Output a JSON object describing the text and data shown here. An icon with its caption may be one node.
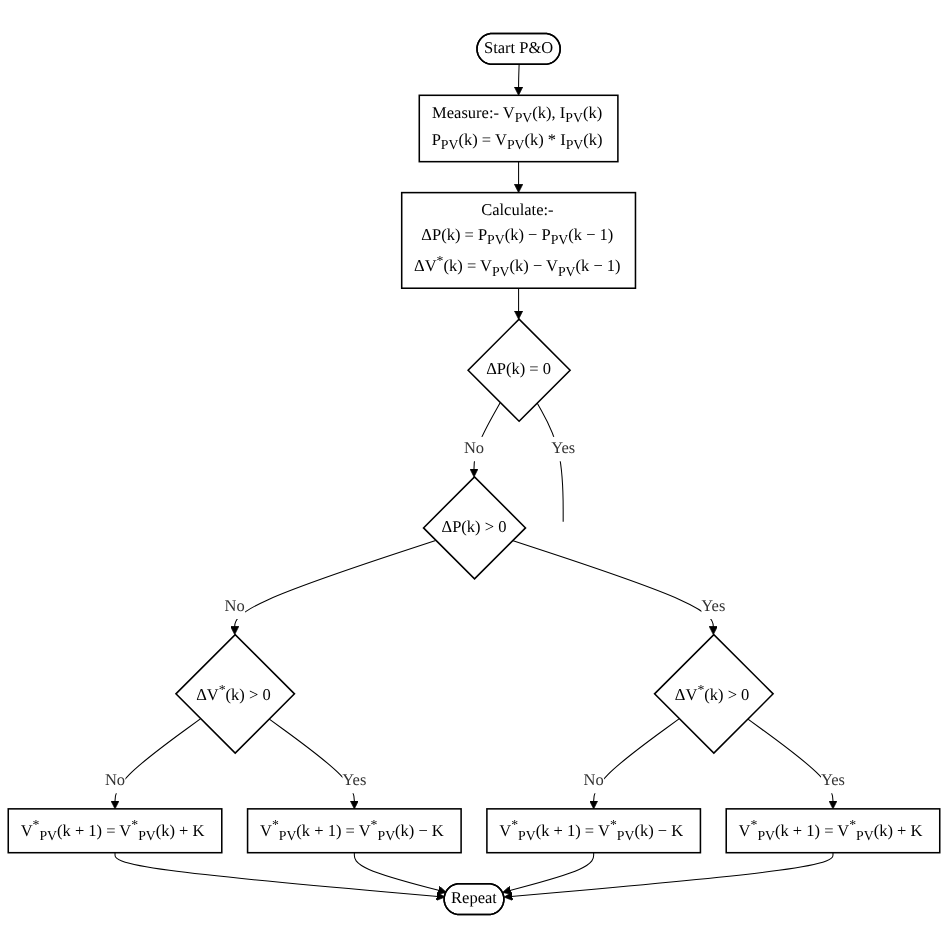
{
  "diagram": {
    "nodes": [
      {
        "text": [
          "Start P&O"
        ]
      },
      {
        "text": [
          "Measure:- V$_{PV}$(k), I$_{PV}$(k)",
          "P$_{PV}$(k) = V$_{PV}$(k) * I$_{PV}$(k)"
        ]
      },
      {
        "text": [
          "Calculate:-",
          "ΔP(k) = P$_{PV}$(k) − P$_{PV}$(k − 1)",
          "ΔV$^{*}$(k) = V$_{PV}$(k) − V$_{PV}$(k − 1)"
        ]
      },
      {
        "text": [
          "ΔP(k) = 0"
        ]
      },
      {
        "text": [
          "ΔP(k) > 0"
        ]
      },
      {
        "text": [
          "ΔV$^{*}$(k) > 0"
        ]
      },
      {
        "text": [
          "ΔV$^{*}$(k) > 0"
        ]
      },
      {
        "text": [
          "V$^{*}$$_{PV}$(k + 1) = V$^{*}$$_{PV}$(k) + K"
        ]
      },
      {
        "text": [
          "V$^{*}$$_{PV}$(k + 1) = V$^{*}$$_{PV}$(k) − K"
        ]
      },
      {
        "text": [
          "V$^{*}$$_{PV}$(k + 1) = V$^{*}$$_{PV}$(k) − K"
        ]
      },
      {
        "text": [
          "V$^{*}$$_{PV}$(k + 1) = V$^{*}$$_{PV}$(k) + K"
        ]
      },
      {
        "text": [
          "Repeat"
        ]
      }
    ],
    "edges": [
      {
        "from": 0,
        "to": 1,
        "arrow": "to"
      },
      {
        "from": 1,
        "to": 2,
        "arrow": "to"
      },
      {
        "from": 2,
        "to": 3,
        "arrow": "to"
      },
      {
        "from": 3,
        "to": null,
        "arrow": "none",
        "label": "Yes"
      },
      {
        "from": 3,
        "to": 4,
        "arrow": "to",
        "label": "No"
      },
      {
        "from": 4,
        "to": 5,
        "arrow": "to",
        "label": "No"
      },
      {
        "from": 4,
        "to": 6,
        "arrow": "to",
        "label": "Yes"
      },
      {
        "from": 5,
        "to": 7,
        "arrow": "to",
        "label": "No"
      },
      {
        "from": 5,
        "to": 8,
        "arrow": "to",
        "label": "Yes"
      },
      {
        "from": 6,
        "to": 9,
        "arrow": "to",
        "label": "No"
      },
      {
        "from": 6,
        "to": 10,
        "arrow": "to",
        "label": "Yes"
      },
      {
        "from": 7,
        "to": 11,
        "arrow": "to"
      },
      {
        "from": 8,
        "to": 11,
        "arrow": "to"
      },
      {
        "from": 9,
        "to": 11,
        "arrow": "to"
      },
      {
        "from": 10,
        "to": 11,
        "arrow": "to"
      }
    ]
  }
}
